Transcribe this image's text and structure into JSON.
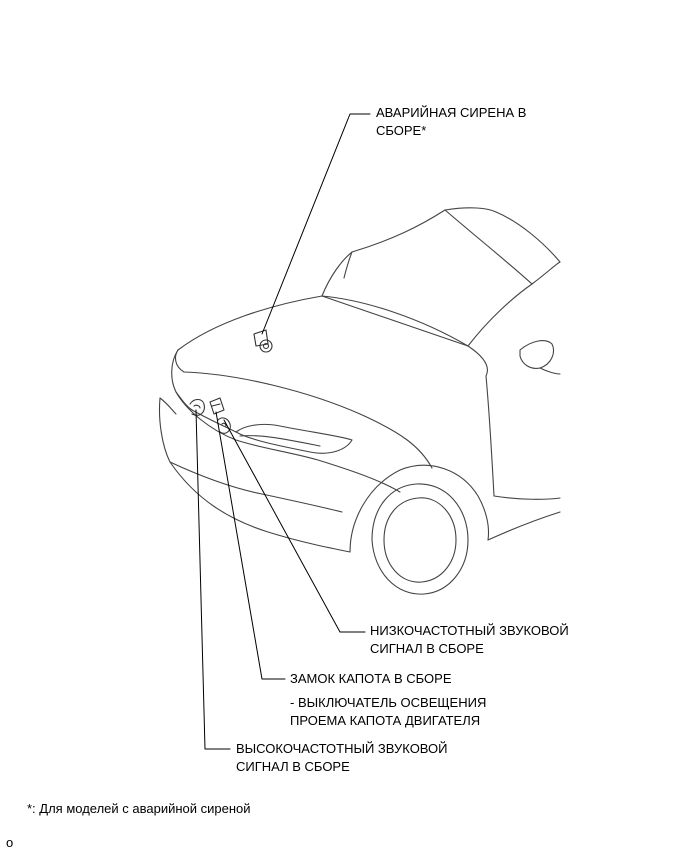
{
  "labels": {
    "emergency_siren": {
      "line1": "АВАРИЙНАЯ СИРЕНА В",
      "line2": "СБОРЕ*"
    },
    "low_horn": {
      "line1": "НИЗКОЧАСТОТНЫЙ ЗВУКОВОЙ",
      "line2": "СИГНАЛ В СБОРЕ"
    },
    "hood_lock": {
      "line1": "ЗАМОК КАПОТА В СБОРЕ"
    },
    "hood_switch": {
      "line1": "- ВЫКЛЮЧАТЕЛЬ ОСВЕЩЕНИЯ",
      "line2": "ПРОЕМА КАПОТА ДВИГАТЕЛЯ"
    },
    "high_horn": {
      "line1": "ВЫСОКОЧАСТОТНЫЙ ЗВУКОВОЙ",
      "line2": "СИГНАЛ В СБОРЕ"
    }
  },
  "footnote": "*: Для моделей с аварийной сиреной",
  "figure_code": "o"
}
